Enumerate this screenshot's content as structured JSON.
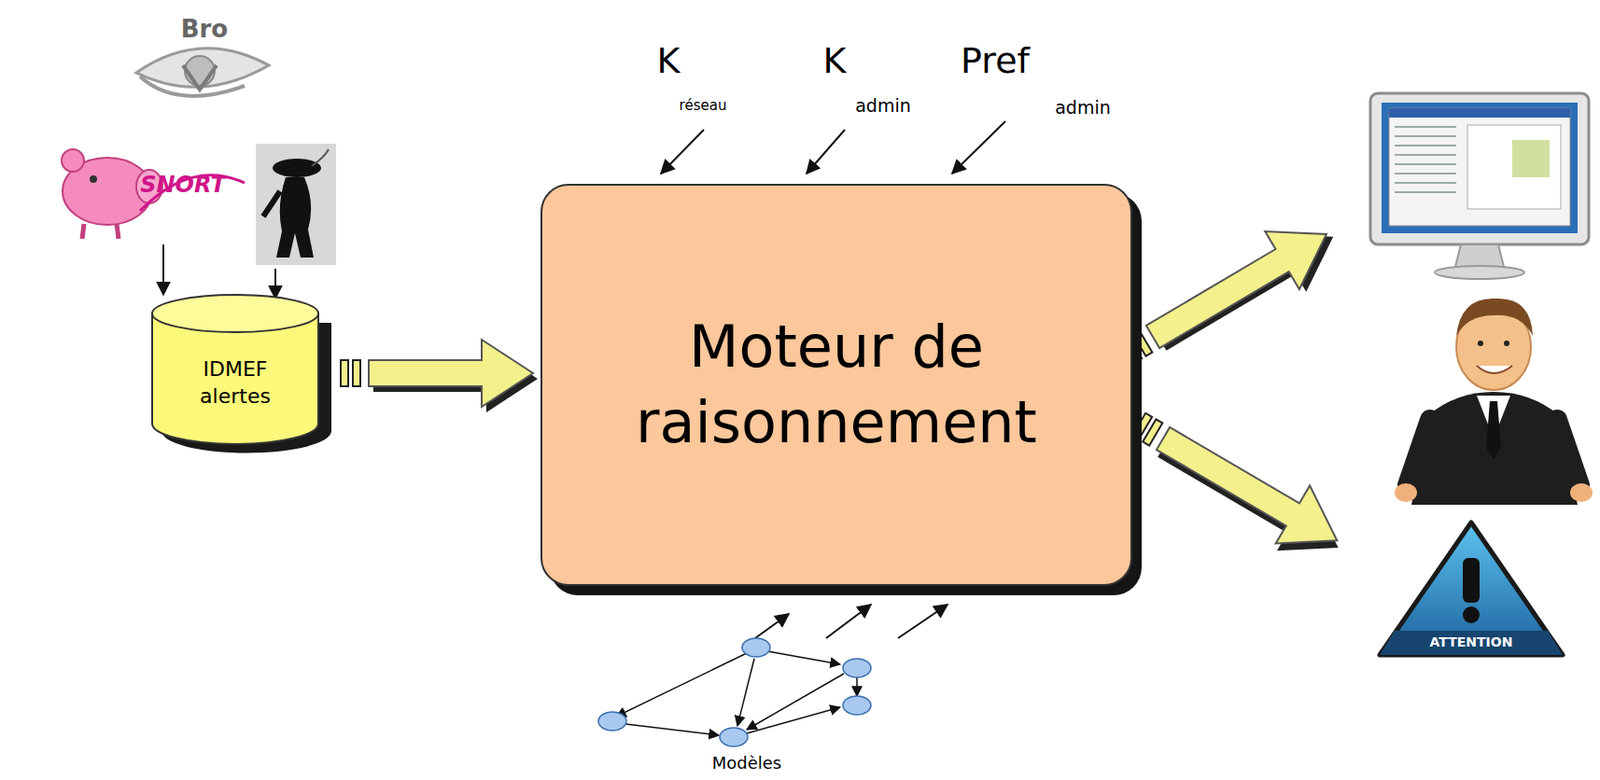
{
  "diagram": {
    "nodes": [
      {
        "text": [
          "IDMEF alertes"
        ]
      },
      {
        "text": [
          "Moteur de raisonnement"
        ]
      }
    ],
    "edges": [
      {
        "from": 0,
        "to": 1,
        "arrow": "to"
      }
    ],
    "labels": [
      "Bro",
      "SNORT",
      "K",
      "réseau",
      "K",
      "admin",
      "Pref",
      "admin",
      "ATTENTION",
      "Modèles"
    ]
  }
}
